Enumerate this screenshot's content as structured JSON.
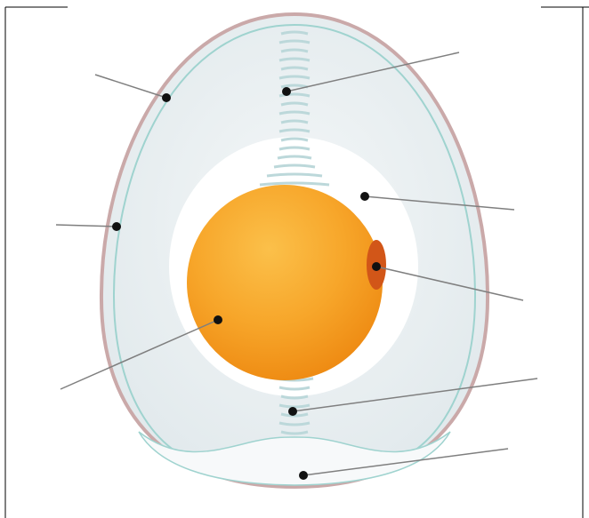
{
  "diagram": {
    "subject": "egg-anatomy",
    "labels": [],
    "parts": [
      {
        "id": "shell",
        "icon": "shell-icon"
      },
      {
        "id": "chalaza-top",
        "icon": "chalaza-icon"
      },
      {
        "id": "outer-membrane",
        "icon": "membrane-icon"
      },
      {
        "id": "thick-albumen",
        "icon": "albumen-icon"
      },
      {
        "id": "germinal-disc",
        "icon": "germinal-disc-icon"
      },
      {
        "id": "yolk",
        "icon": "yolk-icon"
      },
      {
        "id": "chalaza-bottom",
        "icon": "chalaza-icon"
      },
      {
        "id": "air-cell",
        "icon": "air-cell-icon"
      }
    ]
  },
  "colors": {
    "shell_outline": "#c9a7a7",
    "membrane": "#9fd3cf",
    "egg_fill": "#e8eef0",
    "white_zone": "#ffffff",
    "yolk": "#f59a1c",
    "yolk_light": "#fbc04a",
    "germinal_disc": "#d0521a",
    "chalaza": "#b9d6d8",
    "leader_line": "#808080",
    "dot": "#111111"
  }
}
